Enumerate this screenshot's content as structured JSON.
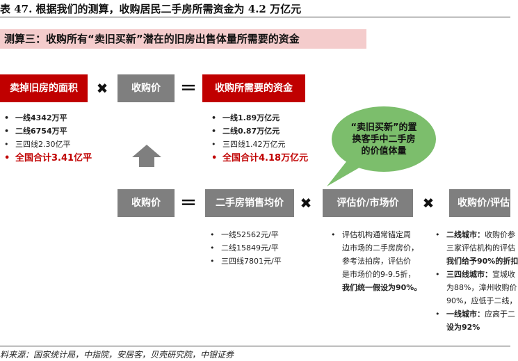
{
  "title": "表 47. 根据我们的测算，收购居民二手房所需资金为 4.2 万亿元",
  "banner": "测算三：收购所有“卖旧买新”潜在的旧房出售体量所需要的资金",
  "row1": {
    "box_area": "卖掉旧房的面积",
    "op_times": "✖",
    "box_price": "收购价",
    "op_equals": "＝",
    "box_funds": "收购所需要的资金"
  },
  "area_list": [
    {
      "text": "一线4342万平",
      "style": "bold"
    },
    {
      "text": "二线6754万平",
      "style": "bold"
    },
    {
      "text": "三四线2.30亿平",
      "style": "normal"
    },
    {
      "text": "全国合计3.41亿平",
      "style": "red"
    }
  ],
  "funds_list": [
    {
      "text": "一线1.89万亿元",
      "style": "bold"
    },
    {
      "text": "二线0.87万亿元",
      "style": "bold"
    },
    {
      "text": "三四线1.42万亿元",
      "style": "normal"
    },
    {
      "text": "全国合计4.18万亿元",
      "style": "red"
    }
  ],
  "bubble": "“卖旧买新”的置换客手中二手房的价值体量",
  "row2": {
    "box_price": "收购价",
    "op_equals": "＝",
    "box_avg": "二手房销售均价",
    "op_times1": "✖",
    "box_eval": "评估价/市场价",
    "op_times2": "✖",
    "box_ratio": "收购价/评估"
  },
  "avg_list": [
    {
      "text": "一线52562元/平",
      "style": "normal"
    },
    {
      "text": "二线15849元/平",
      "style": "normal"
    },
    {
      "text": "三四线7801元/平",
      "style": "normal"
    }
  ],
  "eval_text": {
    "lines": [
      "评估机构通常锚定周",
      "边市场的二手房房价，",
      "参考法拍房，评估价",
      "是市场价的9-9.5折，"
    ],
    "bold_line": "我们统一假设为90%。"
  },
  "ratio_text": {
    "item1_label": "二线城市：",
    "item1_lines": [
      "收购价参",
      "三家评估机构的评估",
      "我们给予90%的折扣"
    ],
    "item2_label": "三四线城市：",
    "item2_lines": [
      "宣城收",
      "为88%，漳州收购价",
      "90%，应低于二线，"
    ],
    "item3_label": "一线城市：",
    "item3_lines": [
      "应高于二",
      "设为92%"
    ]
  },
  "source": "料来源：国家统计局，中指院，安居客，贝壳研究院，中银证券",
  "colors": {
    "accent_red": "#c00000",
    "box_grey": "#7f7f7f",
    "banner_pink": "#f4cccc",
    "bubble_green": "#7cbe6c"
  }
}
